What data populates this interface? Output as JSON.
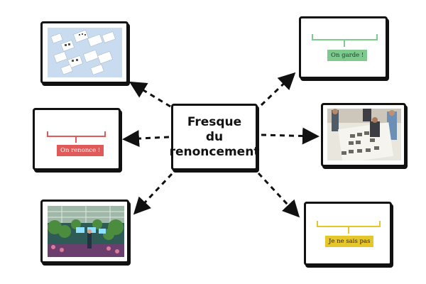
{
  "center": {
    "title": "Fresque\ndu\nrenoncement"
  },
  "nodes": [
    {
      "id": "top-left",
      "kind": "image",
      "icon": "document-sheets-image"
    },
    {
      "id": "top-right",
      "kind": "bracket",
      "label": "On garde !",
      "color": "#7dc98e"
    },
    {
      "id": "mid-left",
      "kind": "bracket",
      "label": "On renonce !",
      "color": "#e05a5a"
    },
    {
      "id": "mid-right",
      "kind": "image",
      "icon": "workshop-photo-image"
    },
    {
      "id": "bottom-left",
      "kind": "image",
      "icon": "greenhouse-illustration-image"
    },
    {
      "id": "bottom-right",
      "kind": "bracket",
      "label": "Je ne sais pas",
      "color": "#e6c72b"
    }
  ],
  "colors": {
    "keep": "#7dc98e",
    "renounce": "#e05a5a",
    "unsure": "#e6c72b",
    "frame_border": "#111111"
  }
}
